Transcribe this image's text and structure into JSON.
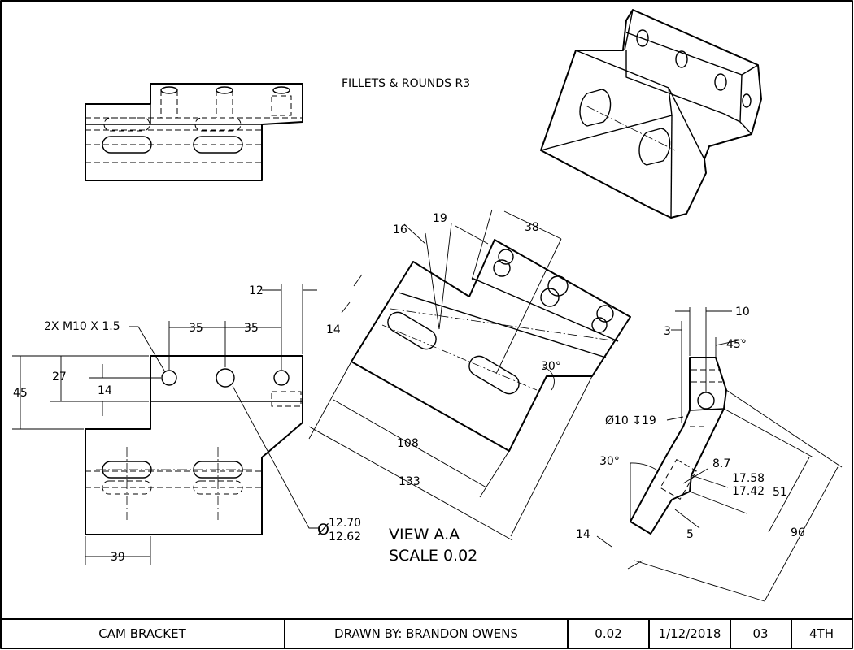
{
  "notes": {
    "fillets": "FILLETS & ROUNDS R3",
    "view_title": "VIEW A.A",
    "view_scale": "SCALE 0.02",
    "thread_callout": "2X M10 X 1.5",
    "hole_dia_top": "12.70",
    "hole_dia_bottom": "12.62",
    "dia_symbol": "Ø",
    "depth_callout": "Ø10 ↧19"
  },
  "front_dims": [
    "12",
    "35",
    "35",
    "27",
    "14",
    "45",
    "39"
  ],
  "view_aa_dims": [
    "16",
    "19",
    "38",
    "14",
    "30°",
    "108",
    "133"
  ],
  "side_dims": [
    "10",
    "3",
    "45°",
    "30°",
    "8.7",
    "17.58",
    "17.42",
    "51",
    "96",
    "14",
    "5"
  ],
  "title_block": {
    "name": "CAM BRACKET",
    "drawn_by": "DRAWN BY: BRANDON OWENS",
    "scale": "0.02",
    "date": "1/12/2018",
    "number": "03",
    "period": "4TH"
  }
}
